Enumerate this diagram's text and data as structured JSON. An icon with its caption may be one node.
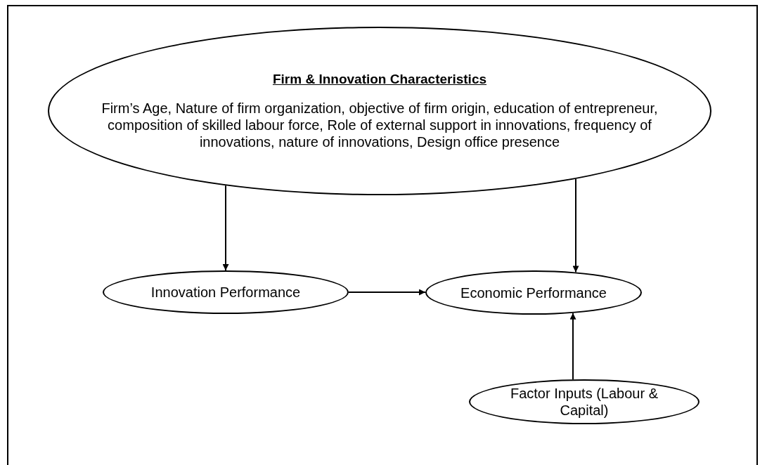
{
  "diagram": {
    "nodes": [
      {
        "text": [
          "Firm & Innovation Characteristics",
          "Firm’s Age, Nature of firm organization, objective of firm origin, education of entrepreneur, composition of skilled labour force, Role of external support in innovations, frequency of innovations, nature of innovations, Design office presence"
        ]
      },
      {
        "text": [
          "Innovation Performance"
        ]
      },
      {
        "text": [
          "Economic Performance"
        ]
      },
      {
        "text": [
          "Factor Inputs (Labour & Capital)"
        ]
      }
    ],
    "edges": [
      {
        "from": 0,
        "to": 1,
        "arrow": "to"
      },
      {
        "from": 0,
        "to": 2,
        "arrow": "to"
      },
      {
        "from": 1,
        "to": 2,
        "arrow": "to"
      },
      {
        "from": 3,
        "to": 2,
        "arrow": "to"
      }
    ]
  }
}
